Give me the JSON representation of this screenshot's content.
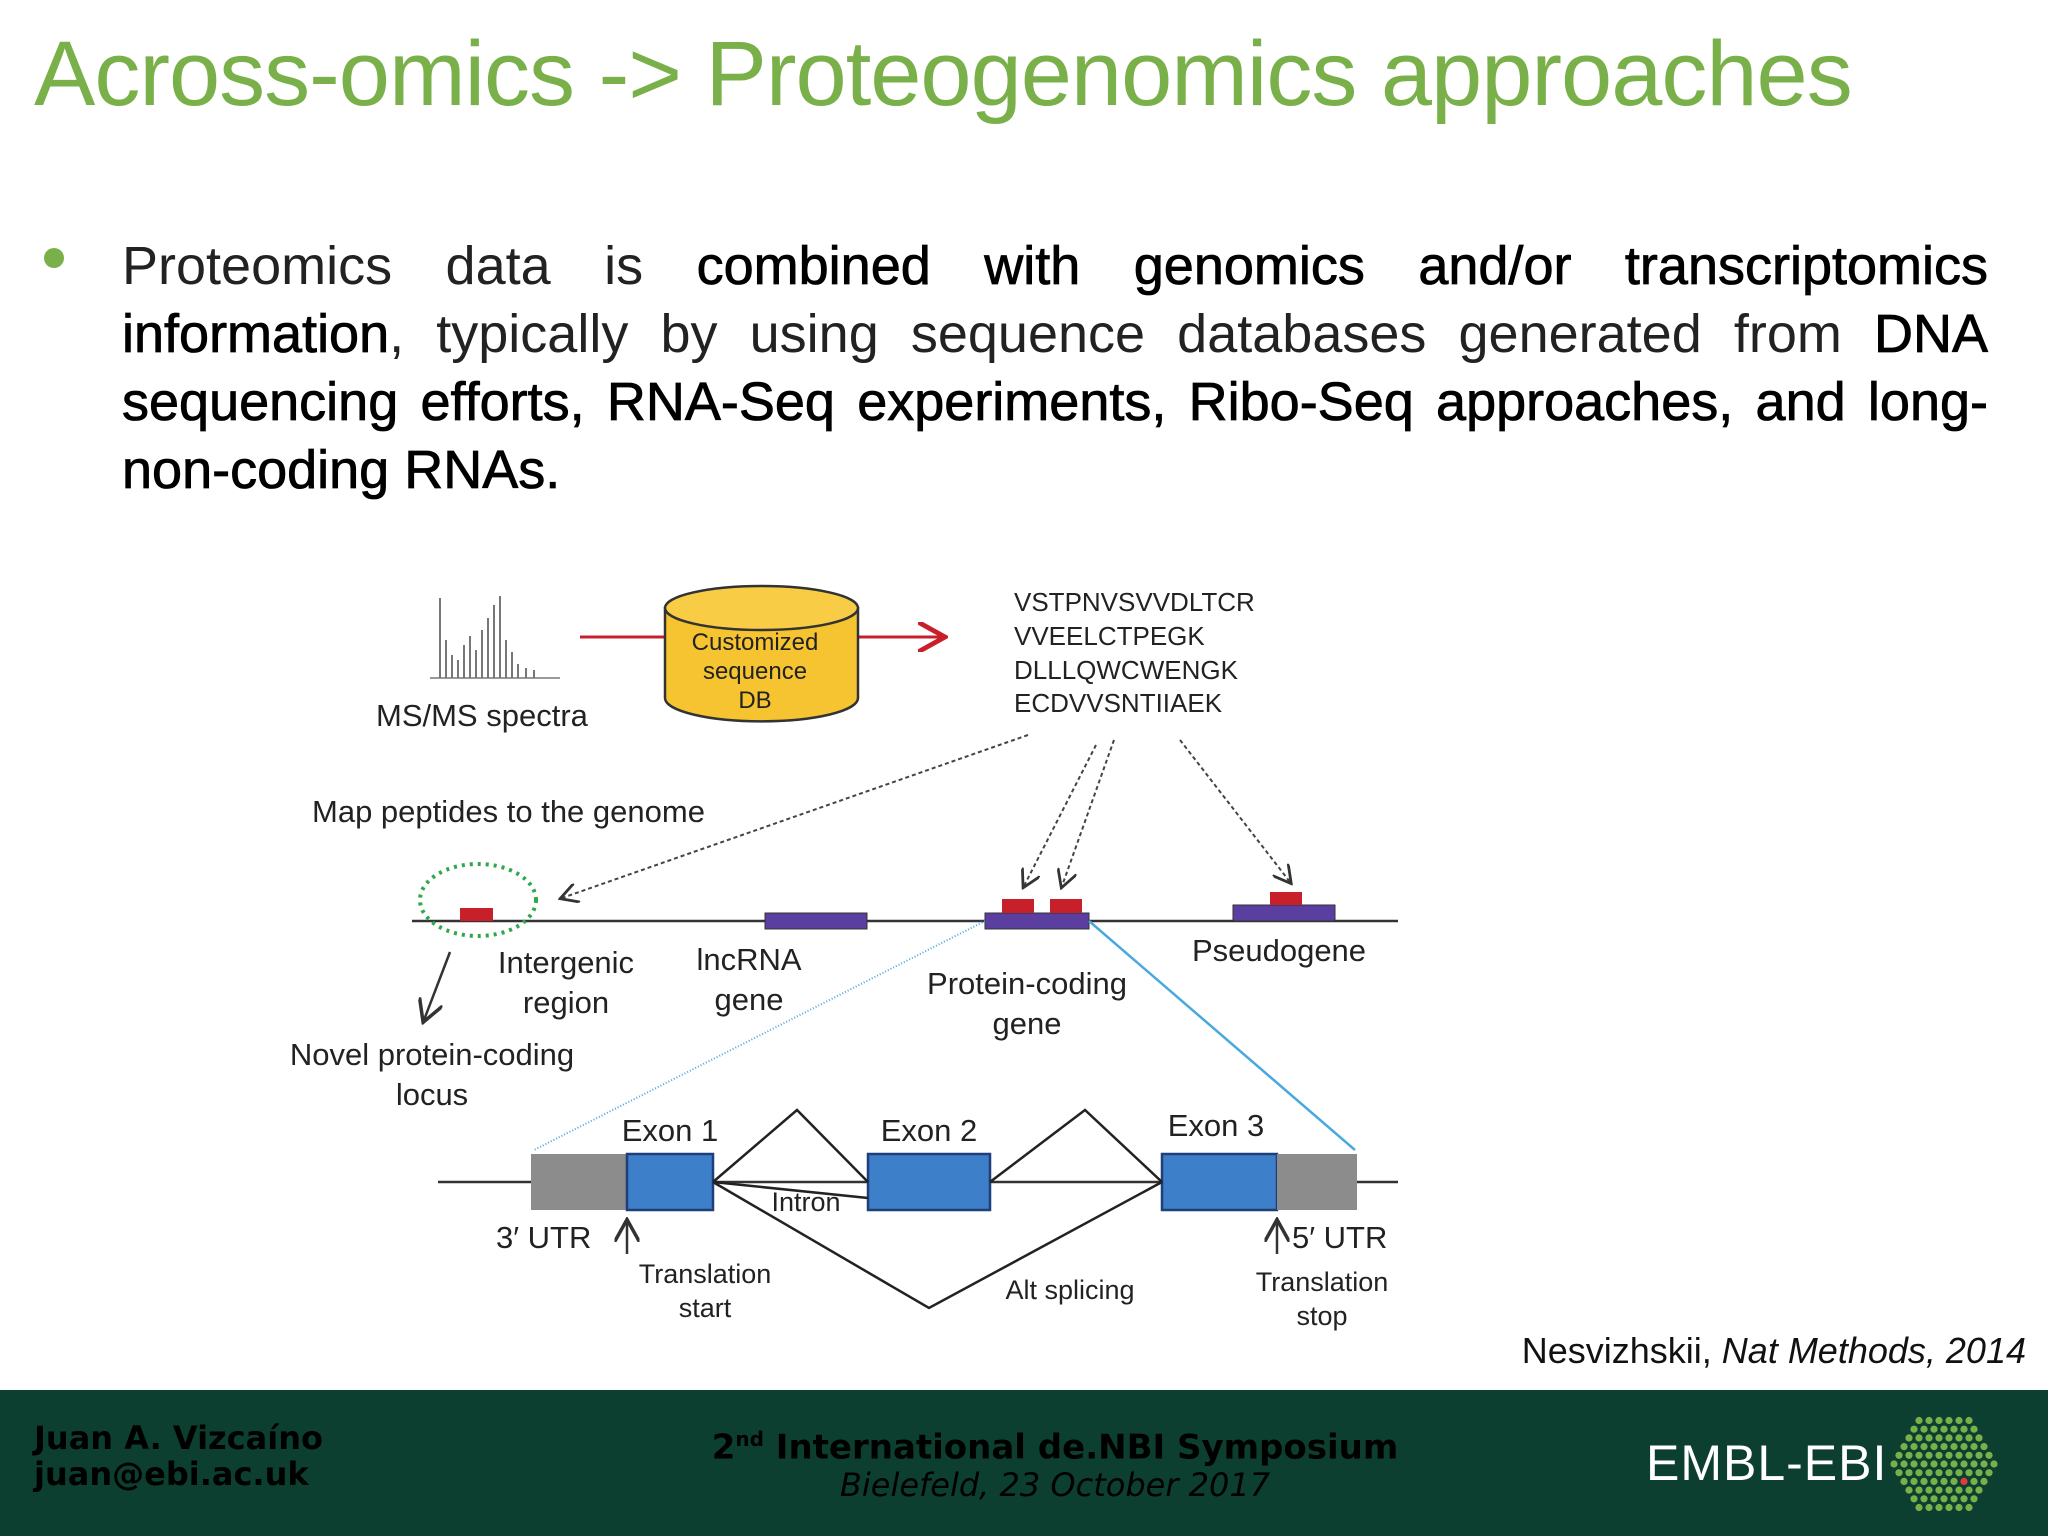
{
  "slide": {
    "title": "Across-omics -> Proteogenomics approaches",
    "bullet": {
      "p1": "Proteomics data is ",
      "b1": "combined with genomics and/or transcriptomics information",
      "p2": ", typically by using sequence databases generated from ",
      "b2": "DNA sequencing efforts, RNA-Seq experiments, Ribo-Seq approaches, and long-non-coding RNAs."
    },
    "citation": {
      "author": "Nesvizhskii, ",
      "journal": "Nat Methods",
      "year": ", 2014"
    }
  },
  "diagram": {
    "ms_label": "MS/MS spectra",
    "db_label": [
      "Customized",
      "sequence",
      "DB"
    ],
    "peptides": [
      "VSTPNVSVVDLTCR",
      "VVEELCTPEGK",
      "DLLLQWCWENGK",
      "ECDVVSNTIIAEK"
    ],
    "map_label": "Map peptides to the genome",
    "intergenic_label": [
      "Intergenic",
      "region"
    ],
    "lncrna_label": [
      "lncRNA",
      "gene"
    ],
    "protein_coding_label": [
      "Protein-coding",
      "gene"
    ],
    "pseudogene_label": "Pseudogene",
    "novel_label": [
      "Novel protein-coding",
      "locus"
    ],
    "exon1": "Exon 1",
    "exon2": "Exon 2",
    "exon3": "Exon 3",
    "intron": "Intron",
    "utr3": "3′ UTR",
    "utr5": "5′ UTR",
    "translation_start": [
      "Translation",
      "start"
    ],
    "translation_stop": [
      "Translation",
      "stop"
    ],
    "alt_splicing": "Alt splicing",
    "colors": {
      "peptide_red": "#c8202a",
      "gene_purple": "#5b3fa0",
      "exon_blue": "#3d7fc8",
      "utr_gray": "#8c8c8c",
      "db_yellow": "#f6c430",
      "zoom_line": "#4aa8e0",
      "circle_green": "#2ea84a"
    }
  },
  "footer": {
    "author_name": "Juan A. Vizcaíno",
    "author_email": "juan@ebi.ac.uk",
    "event_ordinal": "2",
    "event_sup": "nd",
    "event_name": " International de.NBI Symposium",
    "event_date": "Bielefeld, 23 October 2017",
    "logo": "EMBL-EBI"
  }
}
